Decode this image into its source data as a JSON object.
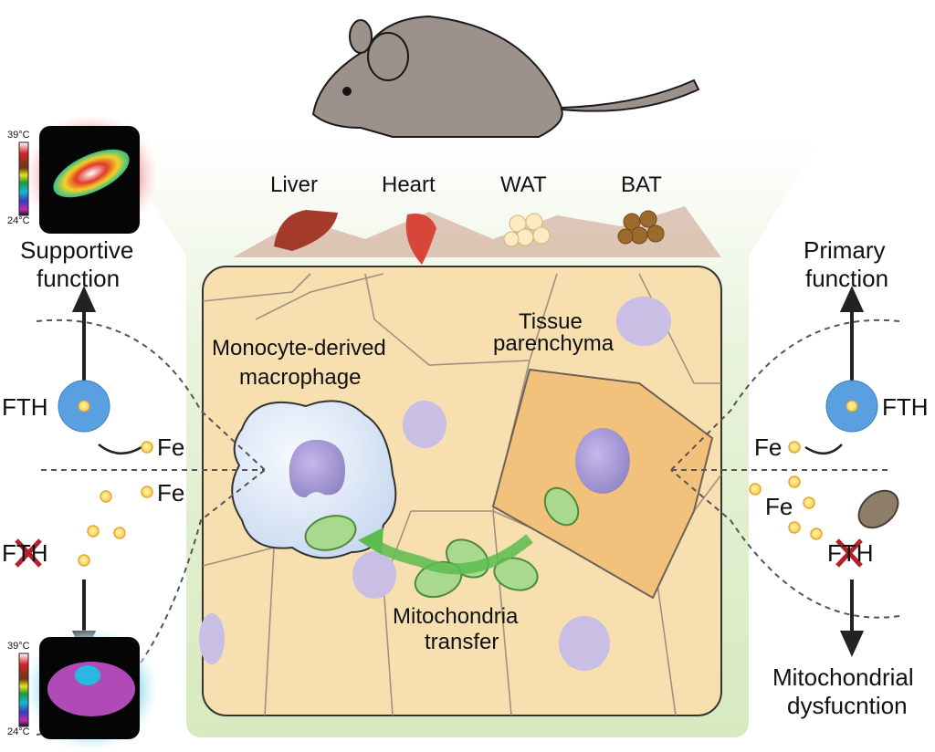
{
  "figure": {
    "organs": [
      {
        "name": "Liver"
      },
      {
        "name": "Heart"
      },
      {
        "name": "WAT"
      },
      {
        "name": "BAT"
      }
    ],
    "center": {
      "macrophage_label_line1": "Monocyte-derived",
      "macrophage_label_line2": "macrophage",
      "parenchyma_label_line1": "Tissue",
      "parenchyma_label_line2": "parenchyma",
      "transfer_label_line1": "Mitochondria",
      "transfer_label_line2": "transfer"
    },
    "left": {
      "top_outcome_line1": "Supportive",
      "top_outcome_line2": "function",
      "fth_label": "FTH",
      "fth_deleted_label": "FTH",
      "fe_label_top": "Fe",
      "fe_label_bottom": "Fe",
      "thermo_top": {
        "max": "39°C",
        "min": "24°C"
      },
      "thermo_bottom": {
        "max": "39°C",
        "min": "24°C"
      }
    },
    "right": {
      "top_outcome_line1": "Primary",
      "top_outcome_line2": "function",
      "fth_label": "FTH",
      "fth_deleted_label": "FTH",
      "fe_label_top": "Fe",
      "fe_label_bottom": "Fe",
      "bottom_outcome_line1": "Mitochondrial",
      "bottom_outcome_line2": "dysfucntion"
    },
    "colors": {
      "green_panel": "#d9ebc3",
      "tissue": "#f7dfb0",
      "parenchyma_cell": "#f2c27c",
      "macrophage": "#e4eefa",
      "nucleus": "#b3a6dc",
      "mito_fill": "#a9d98f",
      "transfer_arrow": "#5cbc4f",
      "iron": "#fbe27a",
      "ferritin": "#5a9fe0",
      "red_x": "#b3222a",
      "mouse": "#9c918b"
    }
  }
}
